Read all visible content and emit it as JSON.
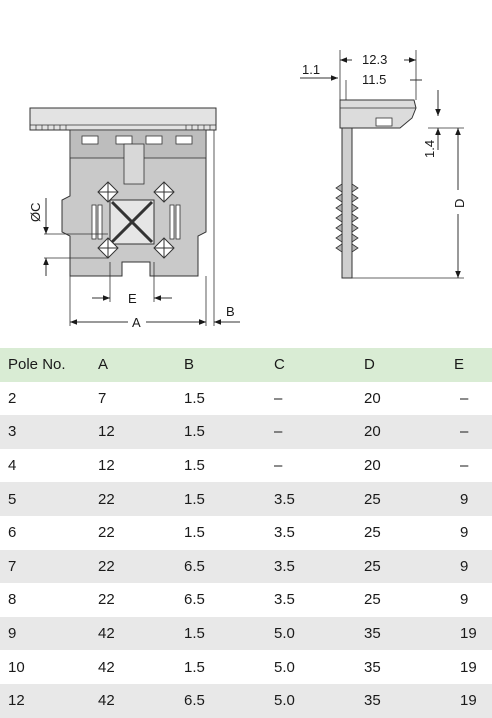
{
  "drawing": {
    "front_view_labels": {
      "dim_c": "ØC",
      "dim_e": "E",
      "dim_a": "A",
      "dim_b": "B"
    },
    "side_view_labels": {
      "dim_12_3": "12.3",
      "dim_11_5": "11.5",
      "dim_1_1": "1.1",
      "dim_1_4": "1.4",
      "dim_d": "D"
    }
  },
  "table": {
    "headers": [
      "Pole No.",
      "A",
      "B",
      "C",
      "D",
      "E"
    ],
    "rows": [
      [
        "2",
        "7",
        "1.5",
        "–",
        "20",
        "–"
      ],
      [
        "3",
        "12",
        "1.5",
        "–",
        "20",
        "–"
      ],
      [
        "4",
        "12",
        "1.5",
        "–",
        "20",
        "–"
      ],
      [
        "5",
        "22",
        "1.5",
        "3.5",
        "25",
        "9"
      ],
      [
        "6",
        "22",
        "1.5",
        "3.5",
        "25",
        "9"
      ],
      [
        "7",
        "22",
        "6.5",
        "3.5",
        "25",
        "9"
      ],
      [
        "8",
        "22",
        "6.5",
        "3.5",
        "25",
        "9"
      ],
      [
        "9",
        "42",
        "1.5",
        "5.0",
        "35",
        "19"
      ],
      [
        "10",
        "42",
        "1.5",
        "5.0",
        "35",
        "19"
      ],
      [
        "12",
        "42",
        "6.5",
        "5.0",
        "35",
        "19"
      ]
    ]
  }
}
